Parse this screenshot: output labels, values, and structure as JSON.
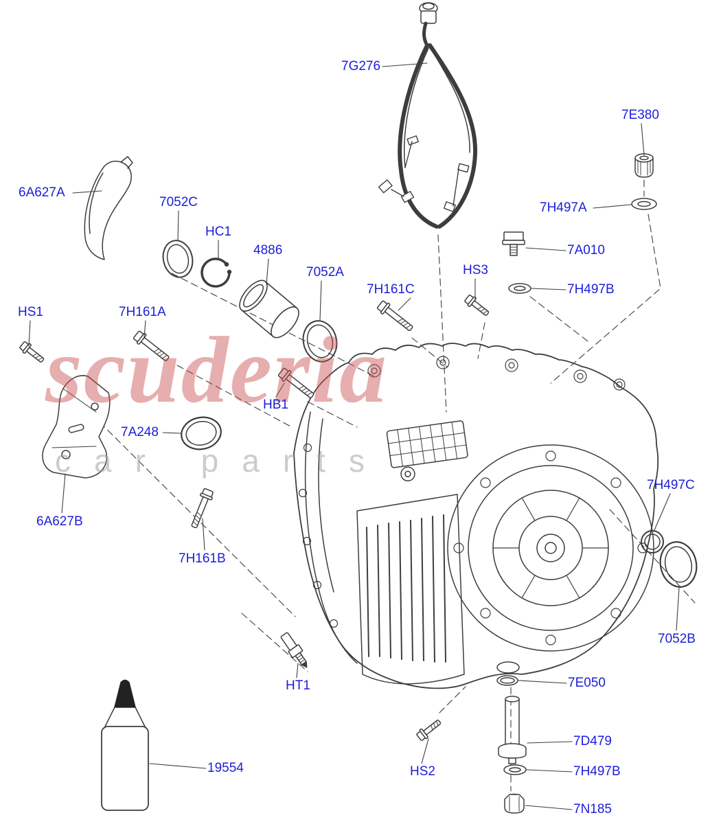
{
  "watermark": {
    "line1": "scuderia",
    "line2": "car parts"
  },
  "colors": {
    "label": "#1d1dd8",
    "line_art": "#3d3d3d",
    "watermark_red": "#c94e4e",
    "watermark_gray": "#9a9a9a"
  },
  "parts": [
    {
      "id": "7G276"
    },
    {
      "id": "7E380"
    },
    {
      "id": "6A627A"
    },
    {
      "id": "7052C"
    },
    {
      "id": "HC1"
    },
    {
      "id": "4886"
    },
    {
      "id": "7052A"
    },
    {
      "id": "7H497A"
    },
    {
      "id": "7A010"
    },
    {
      "id": "HS3"
    },
    {
      "id": "7H161C"
    },
    {
      "id": "7H497B"
    },
    {
      "id": "HS1"
    },
    {
      "id": "7H161A"
    },
    {
      "id": "HB1"
    },
    {
      "id": "7A248"
    },
    {
      "id": "6A627B"
    },
    {
      "id": "7H161B"
    },
    {
      "id": "7H497C"
    },
    {
      "id": "7052B"
    },
    {
      "id": "HT1"
    },
    {
      "id": "19554"
    },
    {
      "id": "7E050"
    },
    {
      "id": "7D479"
    },
    {
      "id": "HS2"
    },
    {
      "id": "7H497B"
    },
    {
      "id": "7N185"
    }
  ]
}
